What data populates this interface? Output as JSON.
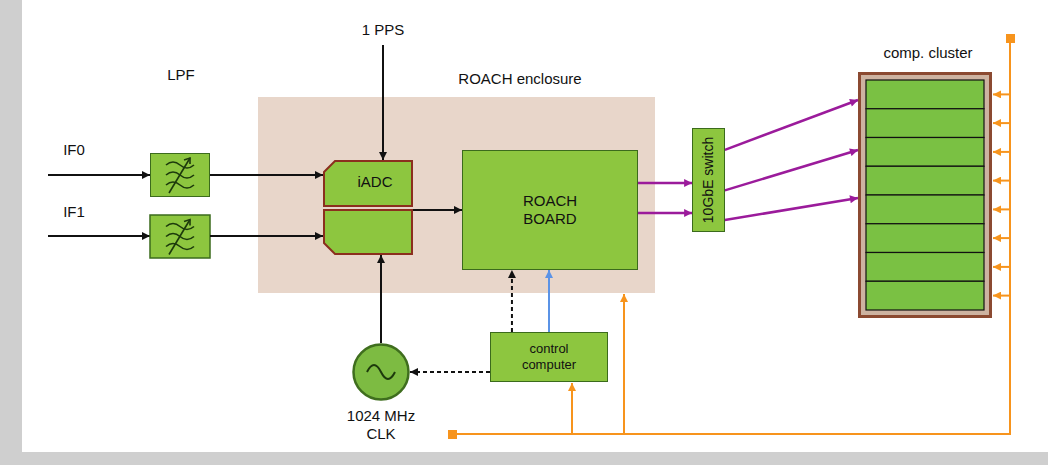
{
  "diagram": {
    "nodes": [
      {
        "text": [
          "LPF"
        ]
      },
      {
        "text": [
          "ROACH enclosure"
        ]
      },
      {
        "text": [
          "iADC"
        ],
        "in": 1
      },
      {
        "text": [
          "ROACH BOARD"
        ],
        "in": 1
      },
      {
        "text": [
          "10GbE switch"
        ]
      },
      {
        "text": [
          "comp. cluster"
        ]
      },
      {
        "text": [
          "control computer"
        ]
      },
      {
        "text": [
          "1024 MHz CLK"
        ]
      }
    ],
    "edges": [
      {
        "from": 0,
        "to": 2,
        "arrow": "to"
      },
      {
        "from": 2,
        "to": 3,
        "arrow": "to"
      },
      {
        "from": 3,
        "to": 4,
        "arrow": "to"
      },
      {
        "from": 3,
        "to": 4,
        "arrow": "to"
      },
      {
        "from": 4,
        "to": 5,
        "arrow": "to"
      },
      {
        "from": 4,
        "to": 5,
        "arrow": "to"
      },
      {
        "from": 4,
        "to": 5,
        "arrow": "to"
      },
      {
        "from": 6,
        "to": 3,
        "arrow": "to"
      },
      {
        "from": 6,
        "to": 3,
        "arrow": "to"
      },
      {
        "from": 6,
        "to": 7,
        "arrow": "to"
      },
      {
        "from": 7,
        "to": 2,
        "arrow": "to"
      }
    ],
    "labels": [
      "1 PPS",
      "IF0",
      "IF1"
    ]
  }
}
